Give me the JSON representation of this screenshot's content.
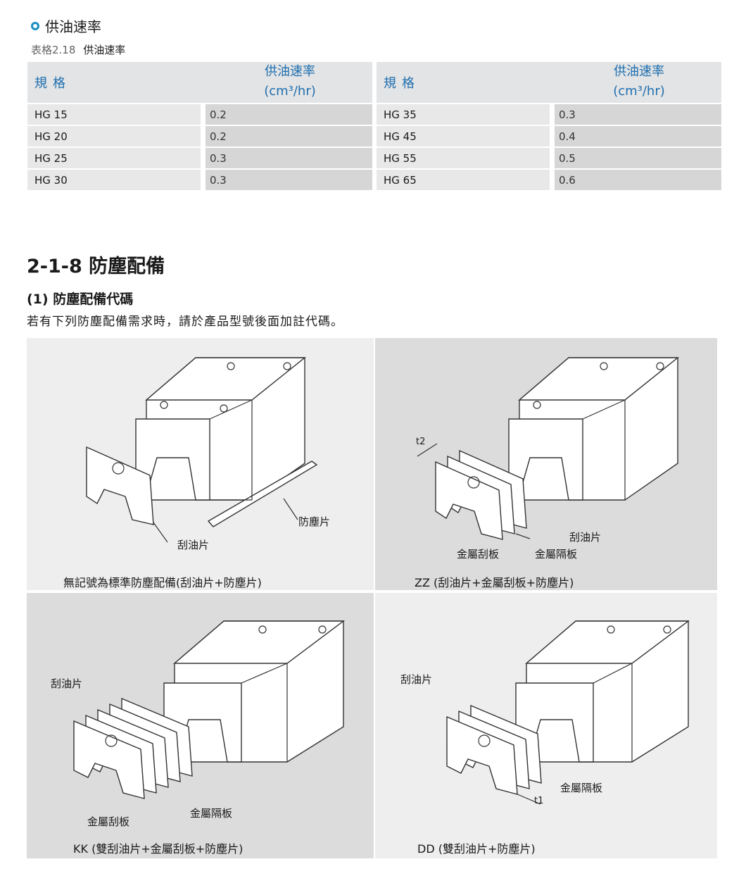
{
  "section": {
    "title": "供油速率"
  },
  "caption": {
    "label": "表格2.18",
    "title": "供油速率"
  },
  "table": {
    "col_spec": "規格",
    "col_rate_line1": "供油速率",
    "col_rate_line2": "(cm³/hr)",
    "left": [
      {
        "spec": "HG 15",
        "rate": "0.2"
      },
      {
        "spec": "HG 20",
        "rate": "0.2"
      },
      {
        "spec": "HG 25",
        "rate": "0.3"
      },
      {
        "spec": "HG 30",
        "rate": "0.3"
      }
    ],
    "right": [
      {
        "spec": "HG 35",
        "rate": "0.3"
      },
      {
        "spec": "HG 45",
        "rate": "0.4"
      },
      {
        "spec": "HG 55",
        "rate": "0.5"
      },
      {
        "spec": "HG 65",
        "rate": "0.6"
      }
    ]
  },
  "heading": "2-1-8 防塵配備",
  "subheading": "(1) 防塵配備代碼",
  "description": "若有下列防塵配備需求時，請於產品型號後面加註代碼。",
  "panels": {
    "a": {
      "caption": "無記號為標準防塵配備(刮油片+防塵片)",
      "label_wiper": "刮油片",
      "label_dust": "防塵片"
    },
    "b": {
      "caption": "ZZ (刮油片+金屬刮板+防塵片)",
      "t2": "t2",
      "label_wiper": "刮油片",
      "label_scraper": "金屬刮板",
      "label_spacer": "金屬隔板"
    },
    "c": {
      "caption": "KK (雙刮油片+金屬刮板+防塵片)",
      "label_wiper": "刮油片",
      "label_scraper": "金屬刮板",
      "label_spacer": "金屬隔板"
    },
    "d": {
      "caption": "DD (雙刮油片+防塵片)",
      "label_wiper": "刮油片",
      "label_spacer": "金屬隔板",
      "t1": "t1"
    }
  }
}
